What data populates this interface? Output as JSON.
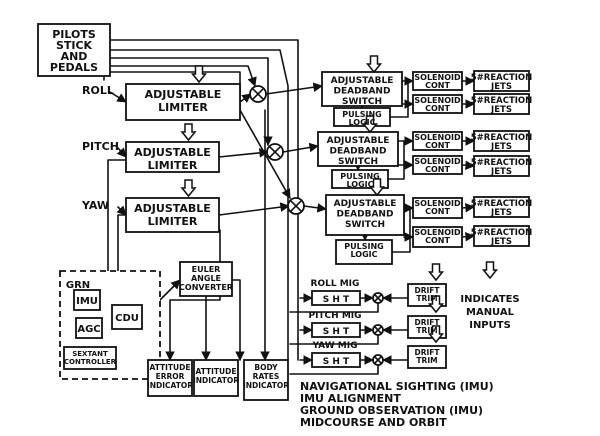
{
  "inputs": {
    "pilot_box": [
      "PILOTS",
      "STICK",
      "AND",
      "PEDALS"
    ]
  },
  "axes": {
    "roll": {
      "label": "ROLL",
      "limiter": [
        "ADJUSTABLE",
        "LIMITER"
      ]
    },
    "pitch": {
      "label": "PITCH",
      "limiter": [
        "ADJUSTABLE",
        "LIMITER"
      ]
    },
    "yaw": {
      "label": "YAW",
      "limiter": [
        "ADJUSTABLE",
        "LIMITER"
      ]
    }
  },
  "deadband": [
    "ADJUSTABLE",
    "DEADBAND",
    "SWITCH"
  ],
  "pulsing": [
    "PULSING",
    "LOGIC"
  ],
  "solenoid": [
    "SOLENOID",
    "CONT"
  ],
  "jets": [
    "5#REACTION",
    "JETS"
  ],
  "gn": {
    "label": "GRN",
    "imu": "IMU",
    "cdu": "CDU",
    "agc": "AGC",
    "sextant": [
      "SEXTANT",
      "CONTROLLER"
    ]
  },
  "euler": [
    "EULER",
    "ANGLE",
    "CONVERTER"
  ],
  "indicators": {
    "attitude_error": [
      "ATTITUDE",
      "ERROR",
      "INDICATOR"
    ],
    "attitude": [
      "ATTITUDE",
      "INDICATOR"
    ],
    "body_rates": [
      "BODY",
      "RATES",
      "INDICATOR"
    ]
  },
  "mig": {
    "roll": "ROLL MIG",
    "pitch": "PITCH MIG",
    "yaw": "YAW MIG",
    "sht": "S H T",
    "drift_trim": [
      "DRIFT",
      "TRIM"
    ]
  },
  "legend": {
    "text": [
      "INDICATES",
      "MANUAL",
      "INPUTS"
    ]
  },
  "modes": [
    "NAVIGATIONAL SIGHTING (IMU)",
    "IMU ALIGNMENT",
    "GROUND OBSERVATION (IMU)",
    "MIDCOURSE AND ORBIT"
  ]
}
